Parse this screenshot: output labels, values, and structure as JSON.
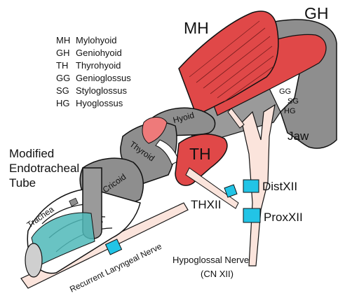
{
  "legend": [
    {
      "abbr": "MH",
      "name": "Mylohyoid"
    },
    {
      "abbr": "GH",
      "name": "Geniohyoid"
    },
    {
      "abbr": "TH",
      "name": "Thyrohyoid"
    },
    {
      "abbr": "GG",
      "name": "Genioglossus"
    },
    {
      "abbr": "SG",
      "name": "Styloglossus"
    },
    {
      "abbr": "HG",
      "name": "Hyoglossus"
    }
  ],
  "labels": {
    "mh": "MH",
    "gh": "GH",
    "th": "TH",
    "jaw": "Jaw",
    "hyoid": "Hyoid",
    "thyroid": "Thyroid",
    "cricoid": "Cricoid",
    "trachea": "Trachea",
    "tube_line1": "Modified",
    "tube_line2": "Endotracheal",
    "tube_line3": "Tube",
    "thxii": "THXII",
    "distxii": "DistXII",
    "proxxii": "ProxXII",
    "hypoglossal_line1": "Hypoglossal Nerve",
    "hypoglossal_line2": "(CN XII)",
    "recurrent": "Recurrent Laryngeal Nerve",
    "gg": "GG",
    "sg": "SG",
    "hg": "HG"
  },
  "colors": {
    "muscle": "#e04848",
    "muscle_light": "#ee7a7a",
    "cartilage": "#8e8e8e",
    "cartilage_dark": "#6e6e6e",
    "nerve": "#fbe4dc",
    "electrode": "#22c4e6",
    "tube": "#4fb8b8",
    "outline": "#111111"
  }
}
